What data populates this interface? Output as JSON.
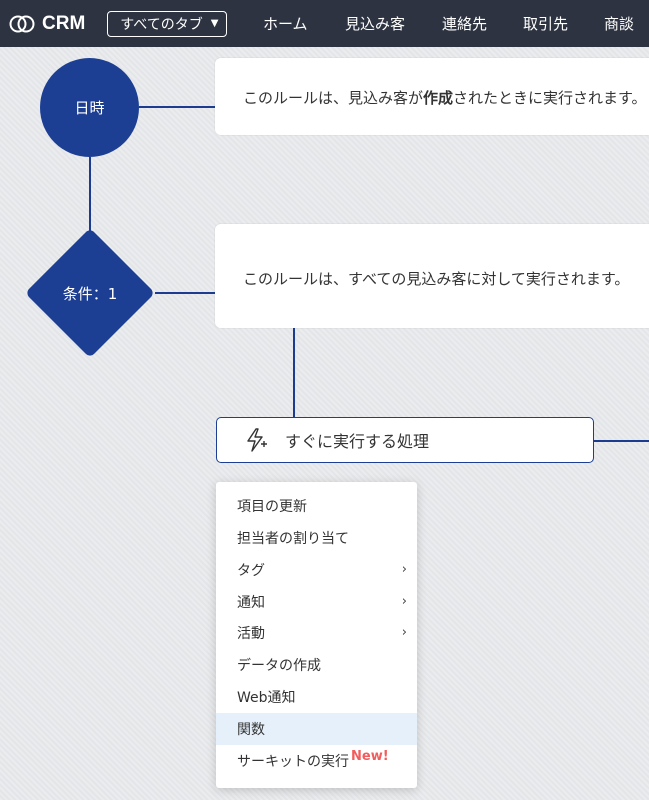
{
  "app": {
    "name": "CRM"
  },
  "nav": {
    "tabs_select": "すべてのタブ",
    "items": [
      "ホーム",
      "見込み客",
      "連絡先",
      "取引先",
      "商談"
    ]
  },
  "flow": {
    "trigger_node": "日時",
    "trigger_text_pre": "このルールは、見込み客が",
    "trigger_text_bold": "作成",
    "trigger_text_post": "されたときに実行されます。",
    "condition_node": "条件：1",
    "condition_text": "このルールは、すべての見込み客に対して実行されます。",
    "action_label": "すぐに実行する処理"
  },
  "menu": {
    "items": [
      {
        "label": "項目の更新",
        "has_submenu": false
      },
      {
        "label": "担当者の割り当て",
        "has_submenu": false
      },
      {
        "label": "タグ",
        "has_submenu": true
      },
      {
        "label": "通知",
        "has_submenu": true
      },
      {
        "label": "活動",
        "has_submenu": true
      },
      {
        "label": "データの作成",
        "has_submenu": false
      },
      {
        "label": "Web通知",
        "has_submenu": false
      },
      {
        "label": "関数",
        "has_submenu": false,
        "highlighted": true
      },
      {
        "label": "サーキットの実行",
        "has_submenu": false,
        "badge": "New!"
      }
    ]
  },
  "colors": {
    "topbar": "#2d3340",
    "node": "#1c3f94",
    "accent_new": "#f25c5c",
    "menu_highlight": "#e6f0fb"
  }
}
